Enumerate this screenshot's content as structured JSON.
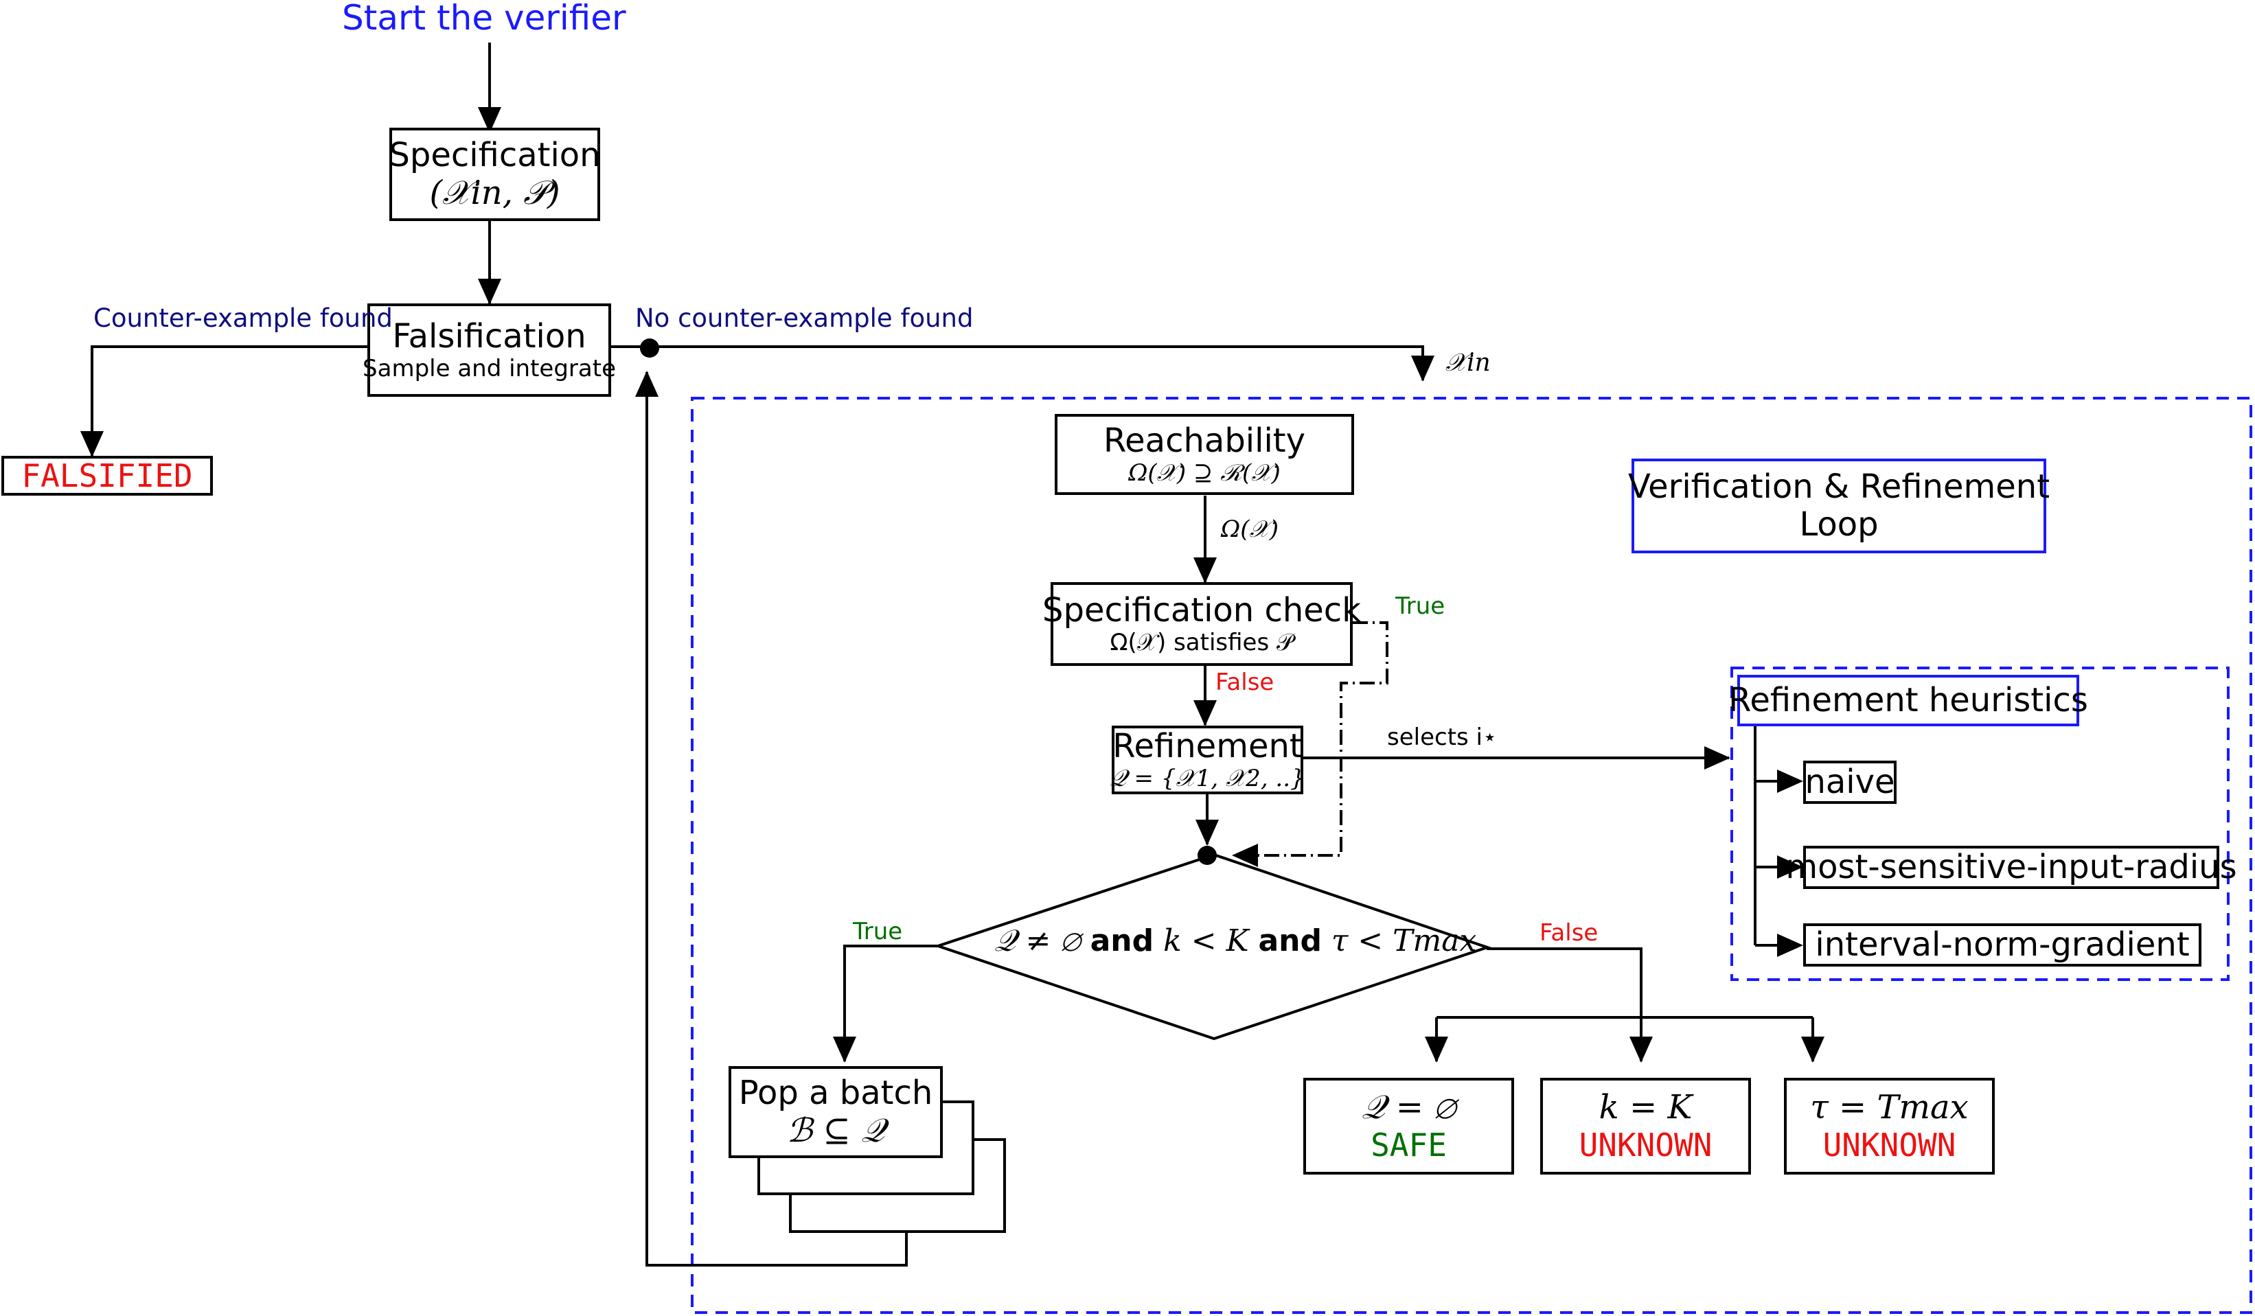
{
  "colors": {
    "start": "#1a1aff",
    "navy_label": "#0d0d80",
    "true_label": "#007000",
    "false_label": "#ee1111",
    "dashed_border": "#1a1aff"
  },
  "start": {
    "label": "Start the verifier"
  },
  "specification": {
    "title": "Specification",
    "formula": "(𝒳in, 𝒫)"
  },
  "falsification": {
    "title": "Falsification",
    "subtitle": "Sample and integrate"
  },
  "edges": {
    "counter_example": "Counter-example found",
    "no_counter_example": "No counter-example found",
    "x_in": "𝒳in",
    "omega": "Ω(𝒳)",
    "check_true": "True",
    "check_false": "False",
    "selects": "selects i⋆",
    "loop_true": "True",
    "loop_false": "False"
  },
  "falsified": {
    "label": "FALSIFIED"
  },
  "reachability": {
    "title": "Reachability",
    "formula": "Ω(𝒳) ⊇ ℛ(𝒳)"
  },
  "spec_check": {
    "title": "Specification check",
    "formula": "Ω(𝒳) satisfies 𝒫"
  },
  "refinement": {
    "title": "Refinement",
    "formula": "𝒬 = {𝒳1, 𝒳2, ..}"
  },
  "loop_title": {
    "line1": "Verification & Refinement",
    "line2": "Loop"
  },
  "decision": {
    "q_part": "𝒬 ≠ ∅",
    "and1": "and",
    "k_part": "k < K",
    "and2": "and",
    "tau_part": "τ < Tmax"
  },
  "pop": {
    "title": "Pop a batch",
    "formula": "ℬ ⊆ 𝒬"
  },
  "outcomes": [
    {
      "formula": "𝒬 = ∅",
      "status": "SAFE"
    },
    {
      "formula": "k = K",
      "status": "UNKNOWN"
    },
    {
      "formula": "τ = Tmax",
      "status": "UNKNOWN"
    }
  ],
  "heuristics": {
    "title": "Refinement heuristics",
    "items": [
      "naive",
      "most-sensitive-input-radius",
      "interval-norm-gradient"
    ]
  }
}
